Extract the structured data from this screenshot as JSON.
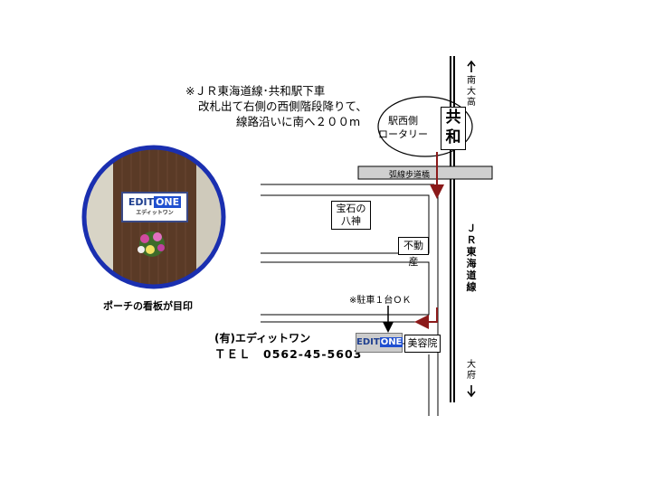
{
  "directions": {
    "line1": "※ＪＲ東海道線･共和駅下車",
    "line2": "改札出て右側の西側階段降りて、",
    "line3": "線路沿いに南へ２００m"
  },
  "photo": {
    "sign_name_a": "EDIT",
    "sign_name_b": "ONE",
    "sign_kana": "エディットワン",
    "caption": "ポーチの看板が目印"
  },
  "company": {
    "name": "(有)エディットワン",
    "tel": "ＴＥＬ　0562-45-5603"
  },
  "map": {
    "station": "共和",
    "rotary": [
      "駅西側",
      "ロータリー"
    ],
    "bridge": "弧線歩道橋",
    "north": "南大高",
    "south": "大府",
    "rail": "ＪＲ東海道線",
    "jewel": [
      "宝石の",
      "八神"
    ],
    "realty": "不動産",
    "salon": "美容院",
    "parking": "※駐車１台ＯＫ",
    "logo_a": "EDIT",
    "logo_b": "ONE"
  },
  "colors": {
    "arrow": "#8b1a1a",
    "rail": "#000000",
    "photo_border": "#1a2fb0",
    "wall": "#5a3a26",
    "logo_blue": "#1f4fd0"
  }
}
